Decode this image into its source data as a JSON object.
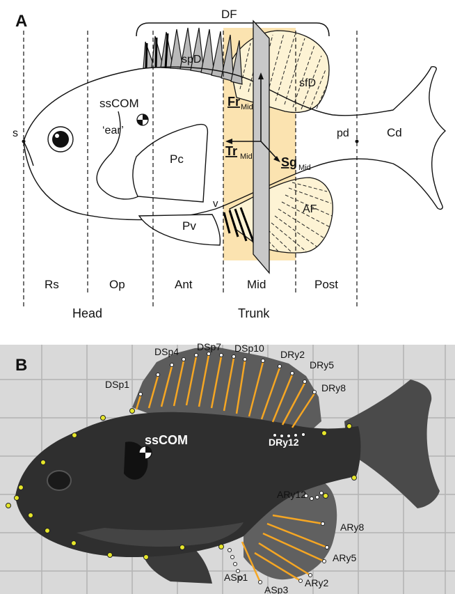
{
  "panel_a": {
    "letter": "A",
    "labels": {
      "df": "DF",
      "spd": "spD",
      "sfd": "sfD",
      "sscom": "ssCOM",
      "ear": "‘ear’",
      "s": "s",
      "pc": "Pc",
      "pd": "pd",
      "cd": "Cd",
      "v": "v",
      "pv": "Pv",
      "af": "AF",
      "fr": "Fr",
      "fr_sub": "Mid",
      "tr": "Tr",
      "tr_sub": "Mid",
      "sg": "Sg",
      "sg_sub": "Mid"
    },
    "zones": [
      "Rs",
      "Op",
      "Ant",
      "Mid",
      "Post"
    ],
    "regions": {
      "head": "Head",
      "trunk": "Trunk"
    }
  },
  "panel_b": {
    "letter": "B",
    "sscom": "ssCOM",
    "landmarks": {
      "dsp1": "DSp1",
      "dsp4": "DSp4",
      "dsp7": "DSp7",
      "dsp10": "DSp10",
      "dry2": "DRy2",
      "dry5": "DRy5",
      "dry8": "DRy8",
      "dry12": "DRy12",
      "ary12": "ARy12",
      "ary8": "ARy8",
      "ary5": "ARy5",
      "ary2": "ARy2",
      "asp1": "ASp1",
      "asp3": "ASp3"
    }
  },
  "colors": {
    "mid_box": "#fbe3b0",
    "spine_fill": "#b9b9b9",
    "fin_ray_fill": "#fdf3d4",
    "plane_fill": "#c8c8c8",
    "landmark": "#e6e62a",
    "ray_trace": "#f5a623"
  }
}
